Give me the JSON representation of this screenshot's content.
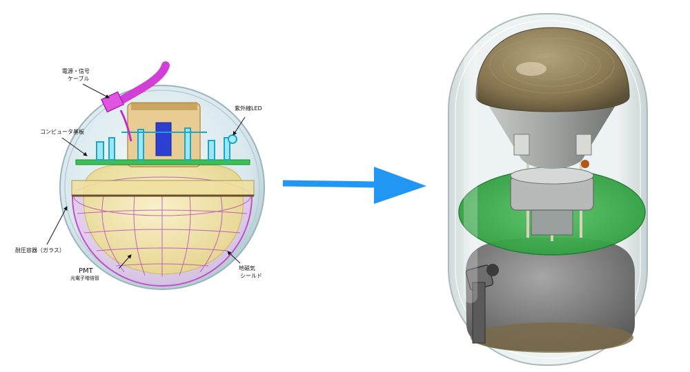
{
  "left_diagram": {
    "labels": {
      "cable_line1": "電源・信号",
      "cable_line2": "ケーブル",
      "computer_board": "コンピュータ基板",
      "uv_led": "紫外線LED",
      "pressure_vessel": "耐圧容器（ガラス）",
      "pmt": "PMT",
      "pmt_sub": "光電子増倍管",
      "shield_line1": "地磁気",
      "shield_line2": "シールド"
    }
  },
  "arrow": {
    "color": "#2196F3"
  },
  "colors": {
    "sphere_fill": "#dfeef2",
    "pmt_yellow": "#f1e6a6",
    "magenta": "#cc33cc",
    "board_green": "#2fb34a",
    "capsule_pmt": "#8c7b57",
    "capsule_rock": "#8d8d8d"
  }
}
